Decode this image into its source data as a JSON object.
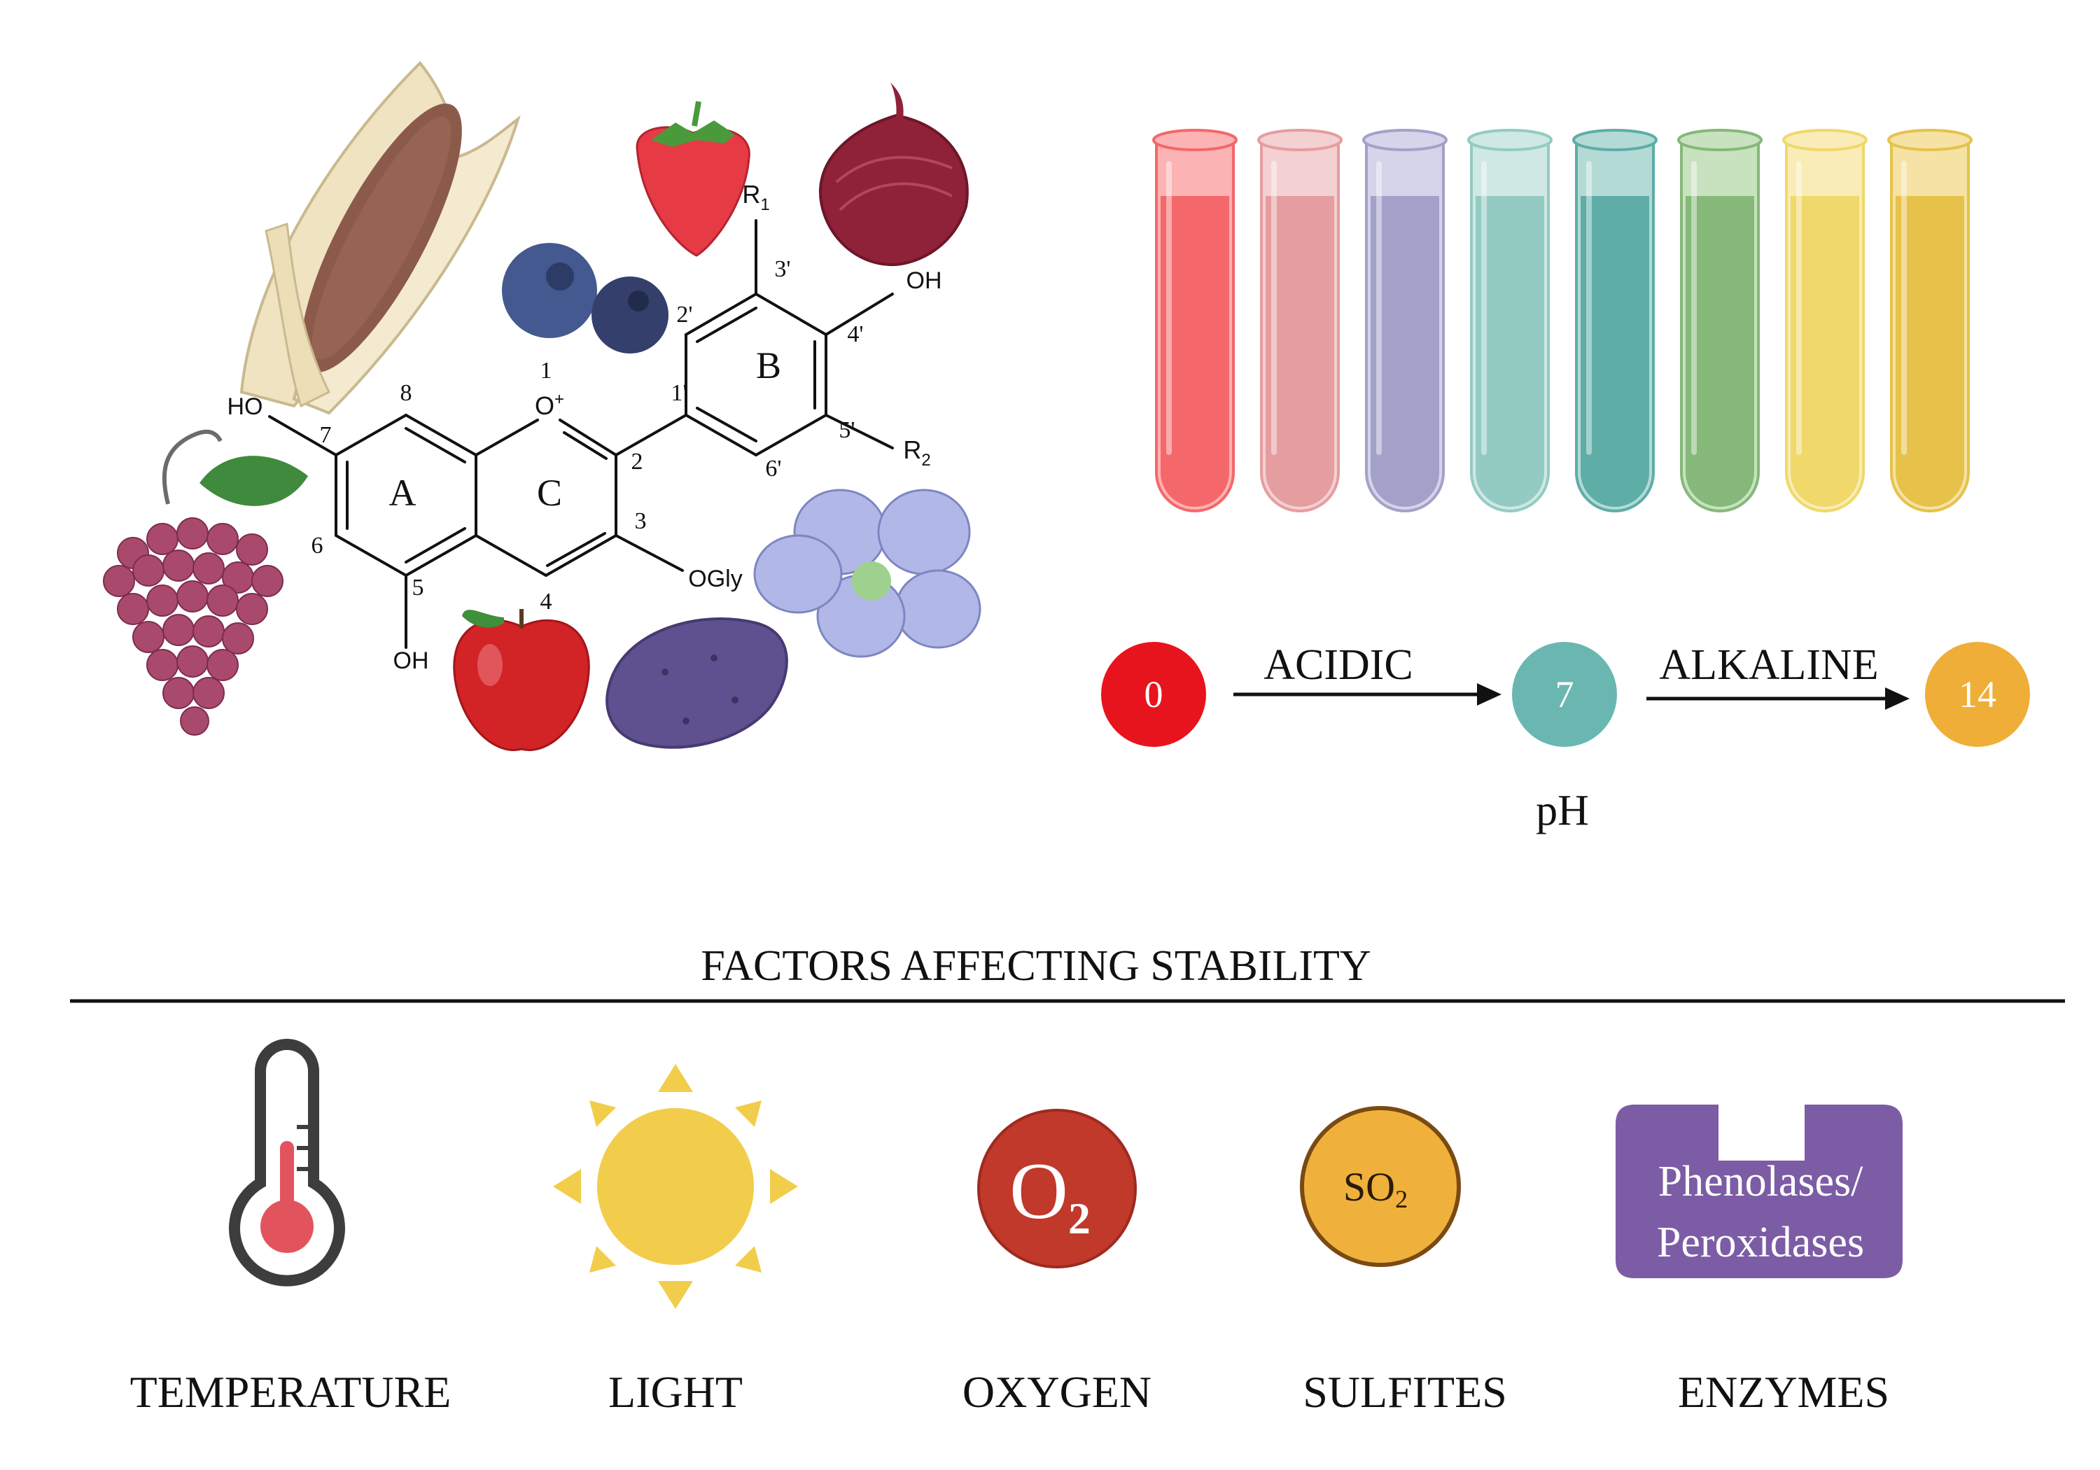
{
  "structure": {
    "ring_labels": {
      "a": "A",
      "b": "B",
      "c": "C"
    },
    "atom_numbers": {
      "n1": "1",
      "n2": "2",
      "n3": "3",
      "n4": "4",
      "n5": "5",
      "n6": "6",
      "n7": "7",
      "n8": "8",
      "n1p": "1'",
      "n2p": "2'",
      "n3p": "3'",
      "n4p": "4'",
      "n5p": "5'",
      "n6p": "6'"
    },
    "substituents": {
      "ho7": "HO",
      "oh5": "OH",
      "oh4p": "OH",
      "ogly": "OGly",
      "oxonium": "O",
      "plus": "+",
      "r1": "R",
      "r1_sub": "1",
      "r2": "R",
      "r2_sub": "2"
    }
  },
  "tubes": [
    {
      "color": "#f4676a",
      "light": "#fbb3b3"
    },
    {
      "color": "#e59d9f",
      "light": "#f3d0d1"
    },
    {
      "color": "#a3a1c9",
      "light": "#d5d4ea"
    },
    {
      "color": "#93cbc3",
      "light": "#cfe8e4"
    },
    {
      "color": "#5eada7",
      "light": "#b4dad6"
    },
    {
      "color": "#86b879",
      "light": "#c8e2c0"
    },
    {
      "color": "#f0d86a",
      "light": "#f9ecb6"
    },
    {
      "color": "#e6c24a",
      "light": "#f5e2a4"
    }
  ],
  "ph_scale": {
    "start": {
      "value": "0",
      "color": "#e8141d"
    },
    "mid": {
      "value": "7",
      "color": "#6ab7b2"
    },
    "end": {
      "value": "14",
      "color": "#efae37"
    },
    "acidic_label": "ACIDIC",
    "alkaline_label": "ALKALINE",
    "axis_label": "pH"
  },
  "factors": {
    "title": "FACTORS AFFECTING STABILITY",
    "items": [
      {
        "label": "TEMPERATURE",
        "icon": "thermometer-icon"
      },
      {
        "label": "LIGHT",
        "icon": "sun-icon"
      },
      {
        "label": "OXYGEN",
        "icon": "oxygen-molecule-icon",
        "symbol": "O",
        "subscript": "2"
      },
      {
        "label": "SULFITES",
        "icon": "sulfur-dioxide-icon",
        "symbol": "SO",
        "subscript": "2"
      },
      {
        "label": "ENZYMES",
        "icon": "enzyme-icon",
        "line1": "Phenolases/",
        "line2": "Peroxidases"
      }
    ]
  },
  "colors": {
    "text": "#111111",
    "purple_enzyme": "#7c5ca5",
    "oxygen_red": "#c0392b",
    "sulfite_orange": "#efb13c",
    "sun_yellow": "#f2cd4b",
    "thermo_red": "#e2545d"
  }
}
